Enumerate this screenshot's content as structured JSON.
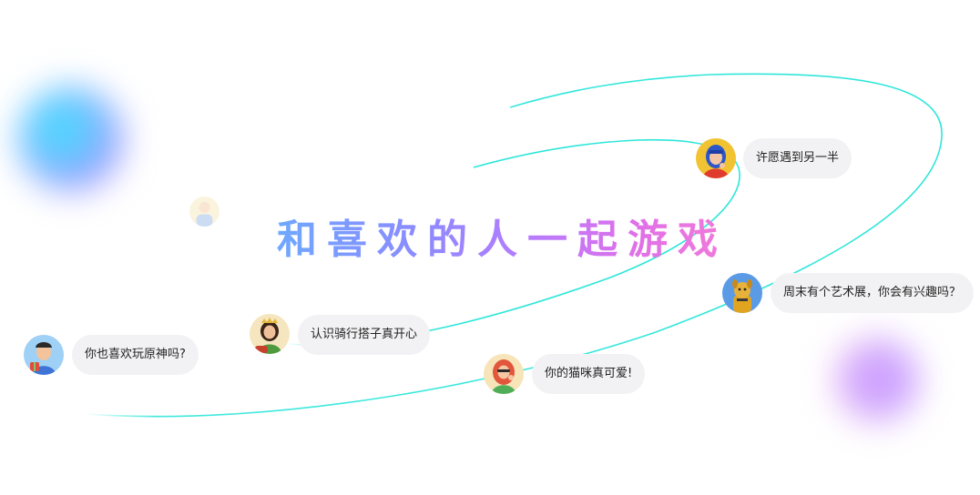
{
  "headline": "和喜欢的人一起游戏",
  "colors": {
    "orbit": "#2de6da",
    "bubble_bg": "#f2f2f4",
    "headline_gradient": [
      "#6fa8ff",
      "#b47cff",
      "#f27ad8"
    ]
  },
  "messages": [
    {
      "id": "wish",
      "text": "许愿遇到另一半",
      "avatar": "avatar-blue-hair-girl-icon"
    },
    {
      "id": "art",
      "text": "周末有个艺术展，你会有兴趣吗？",
      "avatar": "avatar-dog-character-icon"
    },
    {
      "id": "ride",
      "text": "认识骑行搭子真开心",
      "avatar": "avatar-green-shirt-girl-icon"
    },
    {
      "id": "cat",
      "text": "你的猫咪真可爱!",
      "avatar": "avatar-red-hair-girl-icon"
    },
    {
      "id": "genshin",
      "text": "你也喜欢玩原神吗?",
      "avatar": "avatar-boy-with-gift-icon"
    }
  ]
}
